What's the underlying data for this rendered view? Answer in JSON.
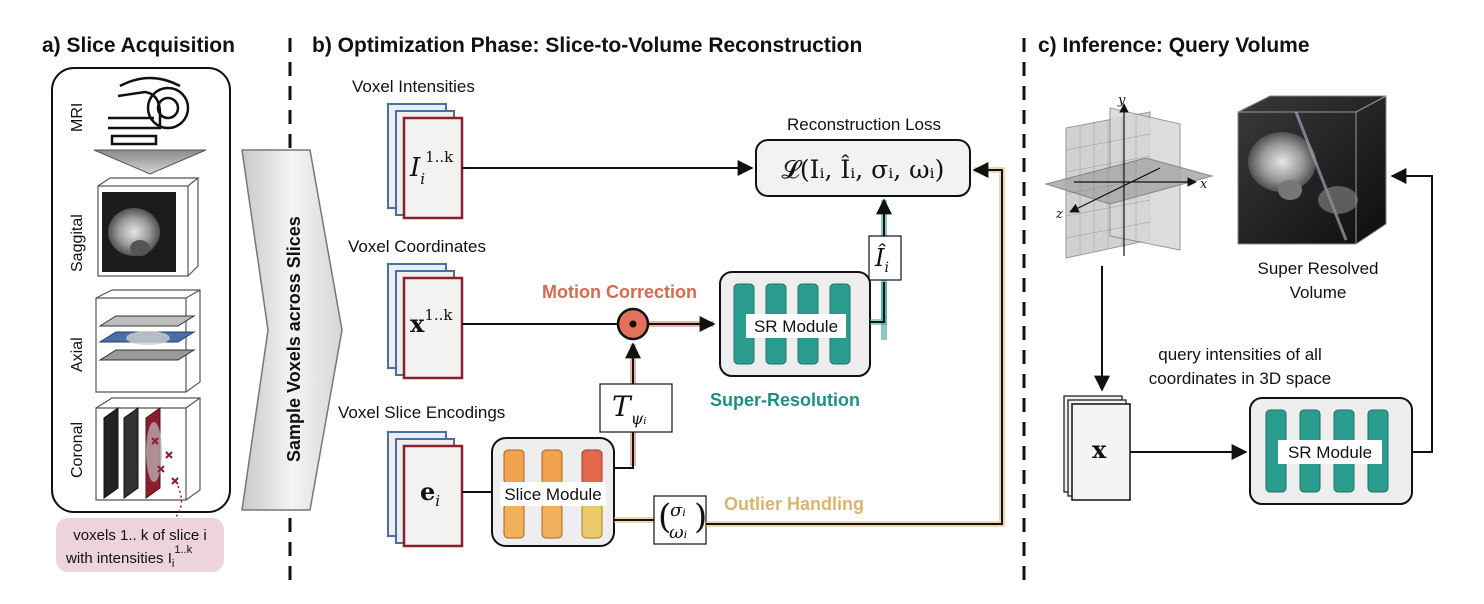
{
  "sections": {
    "a_title": "a) Slice Acquisition",
    "b_title": "b) Optimization Phase: Slice-to-Volume Reconstruction",
    "c_title": "c) Inference: Query Volume"
  },
  "acquisition": {
    "mri_label": "MRI",
    "views": [
      "Saggital",
      "Axial",
      "Coronal"
    ],
    "caption_line1": "voxels 1.. k of slice i",
    "caption_line2": "with intensities I",
    "caption_sub": "i",
    "caption_sup": "1..k"
  },
  "sampler": {
    "label": "Sample Voxels across Slices"
  },
  "optimization": {
    "voxel_intensities": "Voxel Intensities",
    "voxel_coordinates": "Voxel Coordinates",
    "voxel_slice_encodings": "Voxel Slice Encodings",
    "stack_I_main": "I",
    "stack_I_sub": "i",
    "stack_I_sup": "1..k",
    "stack_x_main": "x",
    "stack_x_sup": "1..k",
    "stack_e_main": "e",
    "stack_e_sub": "i",
    "loss_label": "Reconstruction Loss",
    "loss_formula": "𝓛(Iᵢ, Îᵢ, σᵢ, ωᵢ)",
    "ihat_main": "Î",
    "ihat_sub": "i",
    "motion_correction": "Motion Correction",
    "transform_main": "T",
    "transform_sub": "ψᵢ",
    "sr_module": "SR Module",
    "super_resolution": "Super-Resolution",
    "slice_module": "Slice Module",
    "sigma": "σᵢ",
    "omega": "ωᵢ",
    "outlier_handling": "Outlier Handling"
  },
  "inference": {
    "super_resolved_line1": "Super Resolved",
    "super_resolved_line2": "Volume",
    "query_line1": "query intensities of all",
    "query_line2": "coordinates in 3D space",
    "stack_x": "x",
    "sr_module": "SR Module",
    "axis_x": "x",
    "axis_y": "y",
    "axis_z": "z"
  },
  "colors": {
    "motion": "#d8684f",
    "teal": "#2a9d8f",
    "gold": "#e0c07a",
    "maroon": "#8b1e2e",
    "blue": "#4a6fa5"
  }
}
